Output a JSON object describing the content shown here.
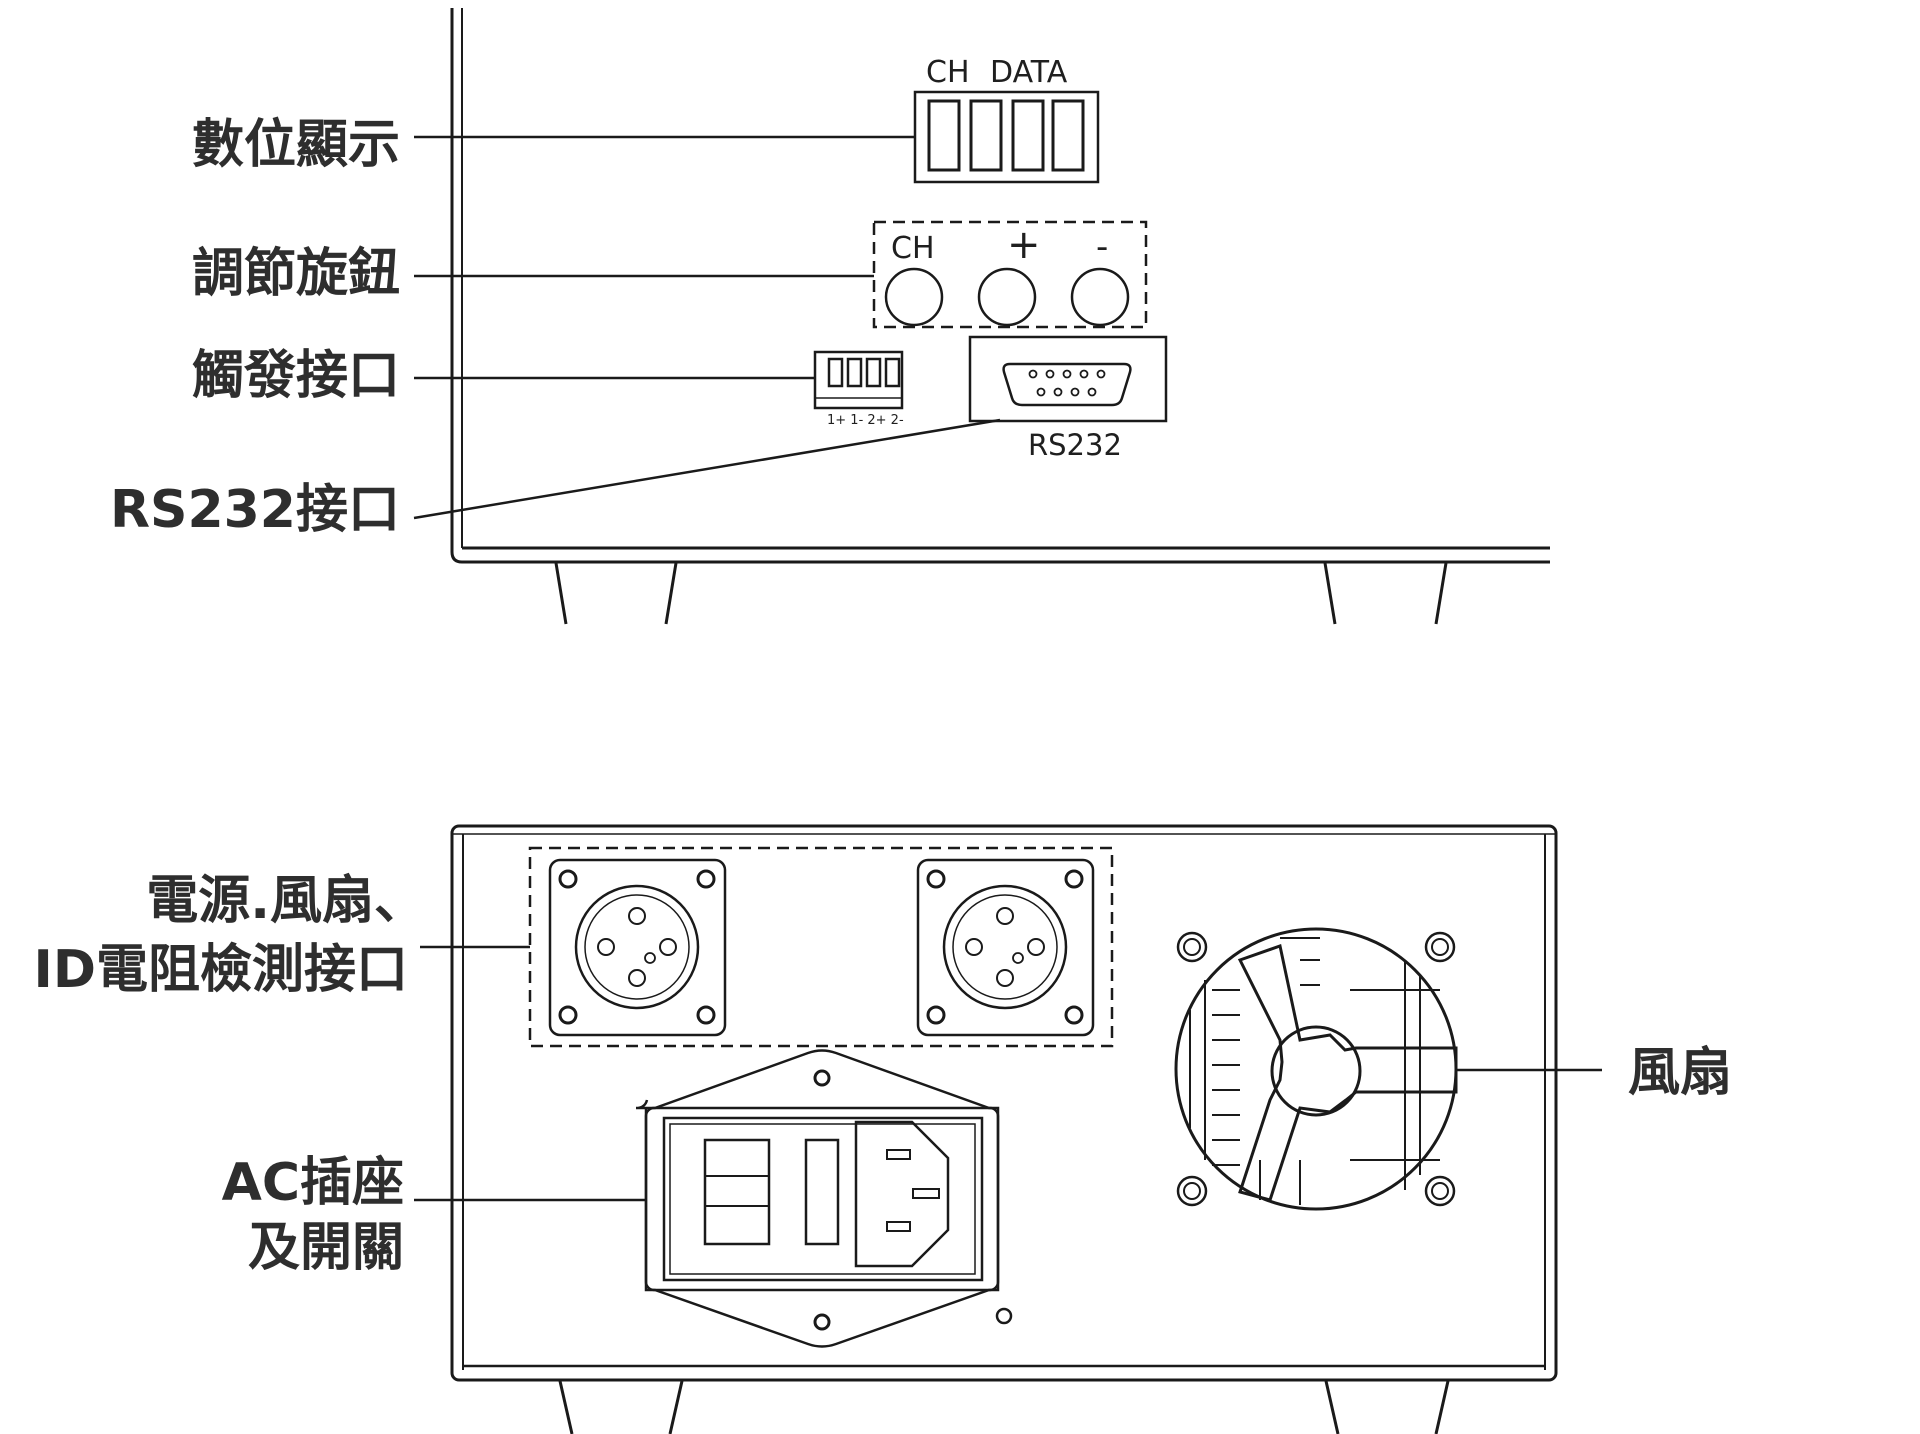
{
  "front_panel": {
    "display_header_ch": "CH",
    "display_header_data": "DATA",
    "knob_labels": [
      "CH",
      "+",
      "-"
    ],
    "trigger_pin_labels": "1+ 1- 2+ 2-",
    "rs232_label": "RS232"
  },
  "front_callouts": {
    "digital_display": "數位顯示",
    "adjust_knob": "調節旋鈕",
    "trigger_port": "觸發接口",
    "rs232_port": "RS232接口"
  },
  "rear_callouts": {
    "power_fan_id_line1": "電源.風扇、",
    "power_fan_id_line2": "ID電阻檢測接口",
    "ac_socket_line1": "AC插座",
    "ac_socket_line2": "及開關",
    "fan": "風扇"
  }
}
